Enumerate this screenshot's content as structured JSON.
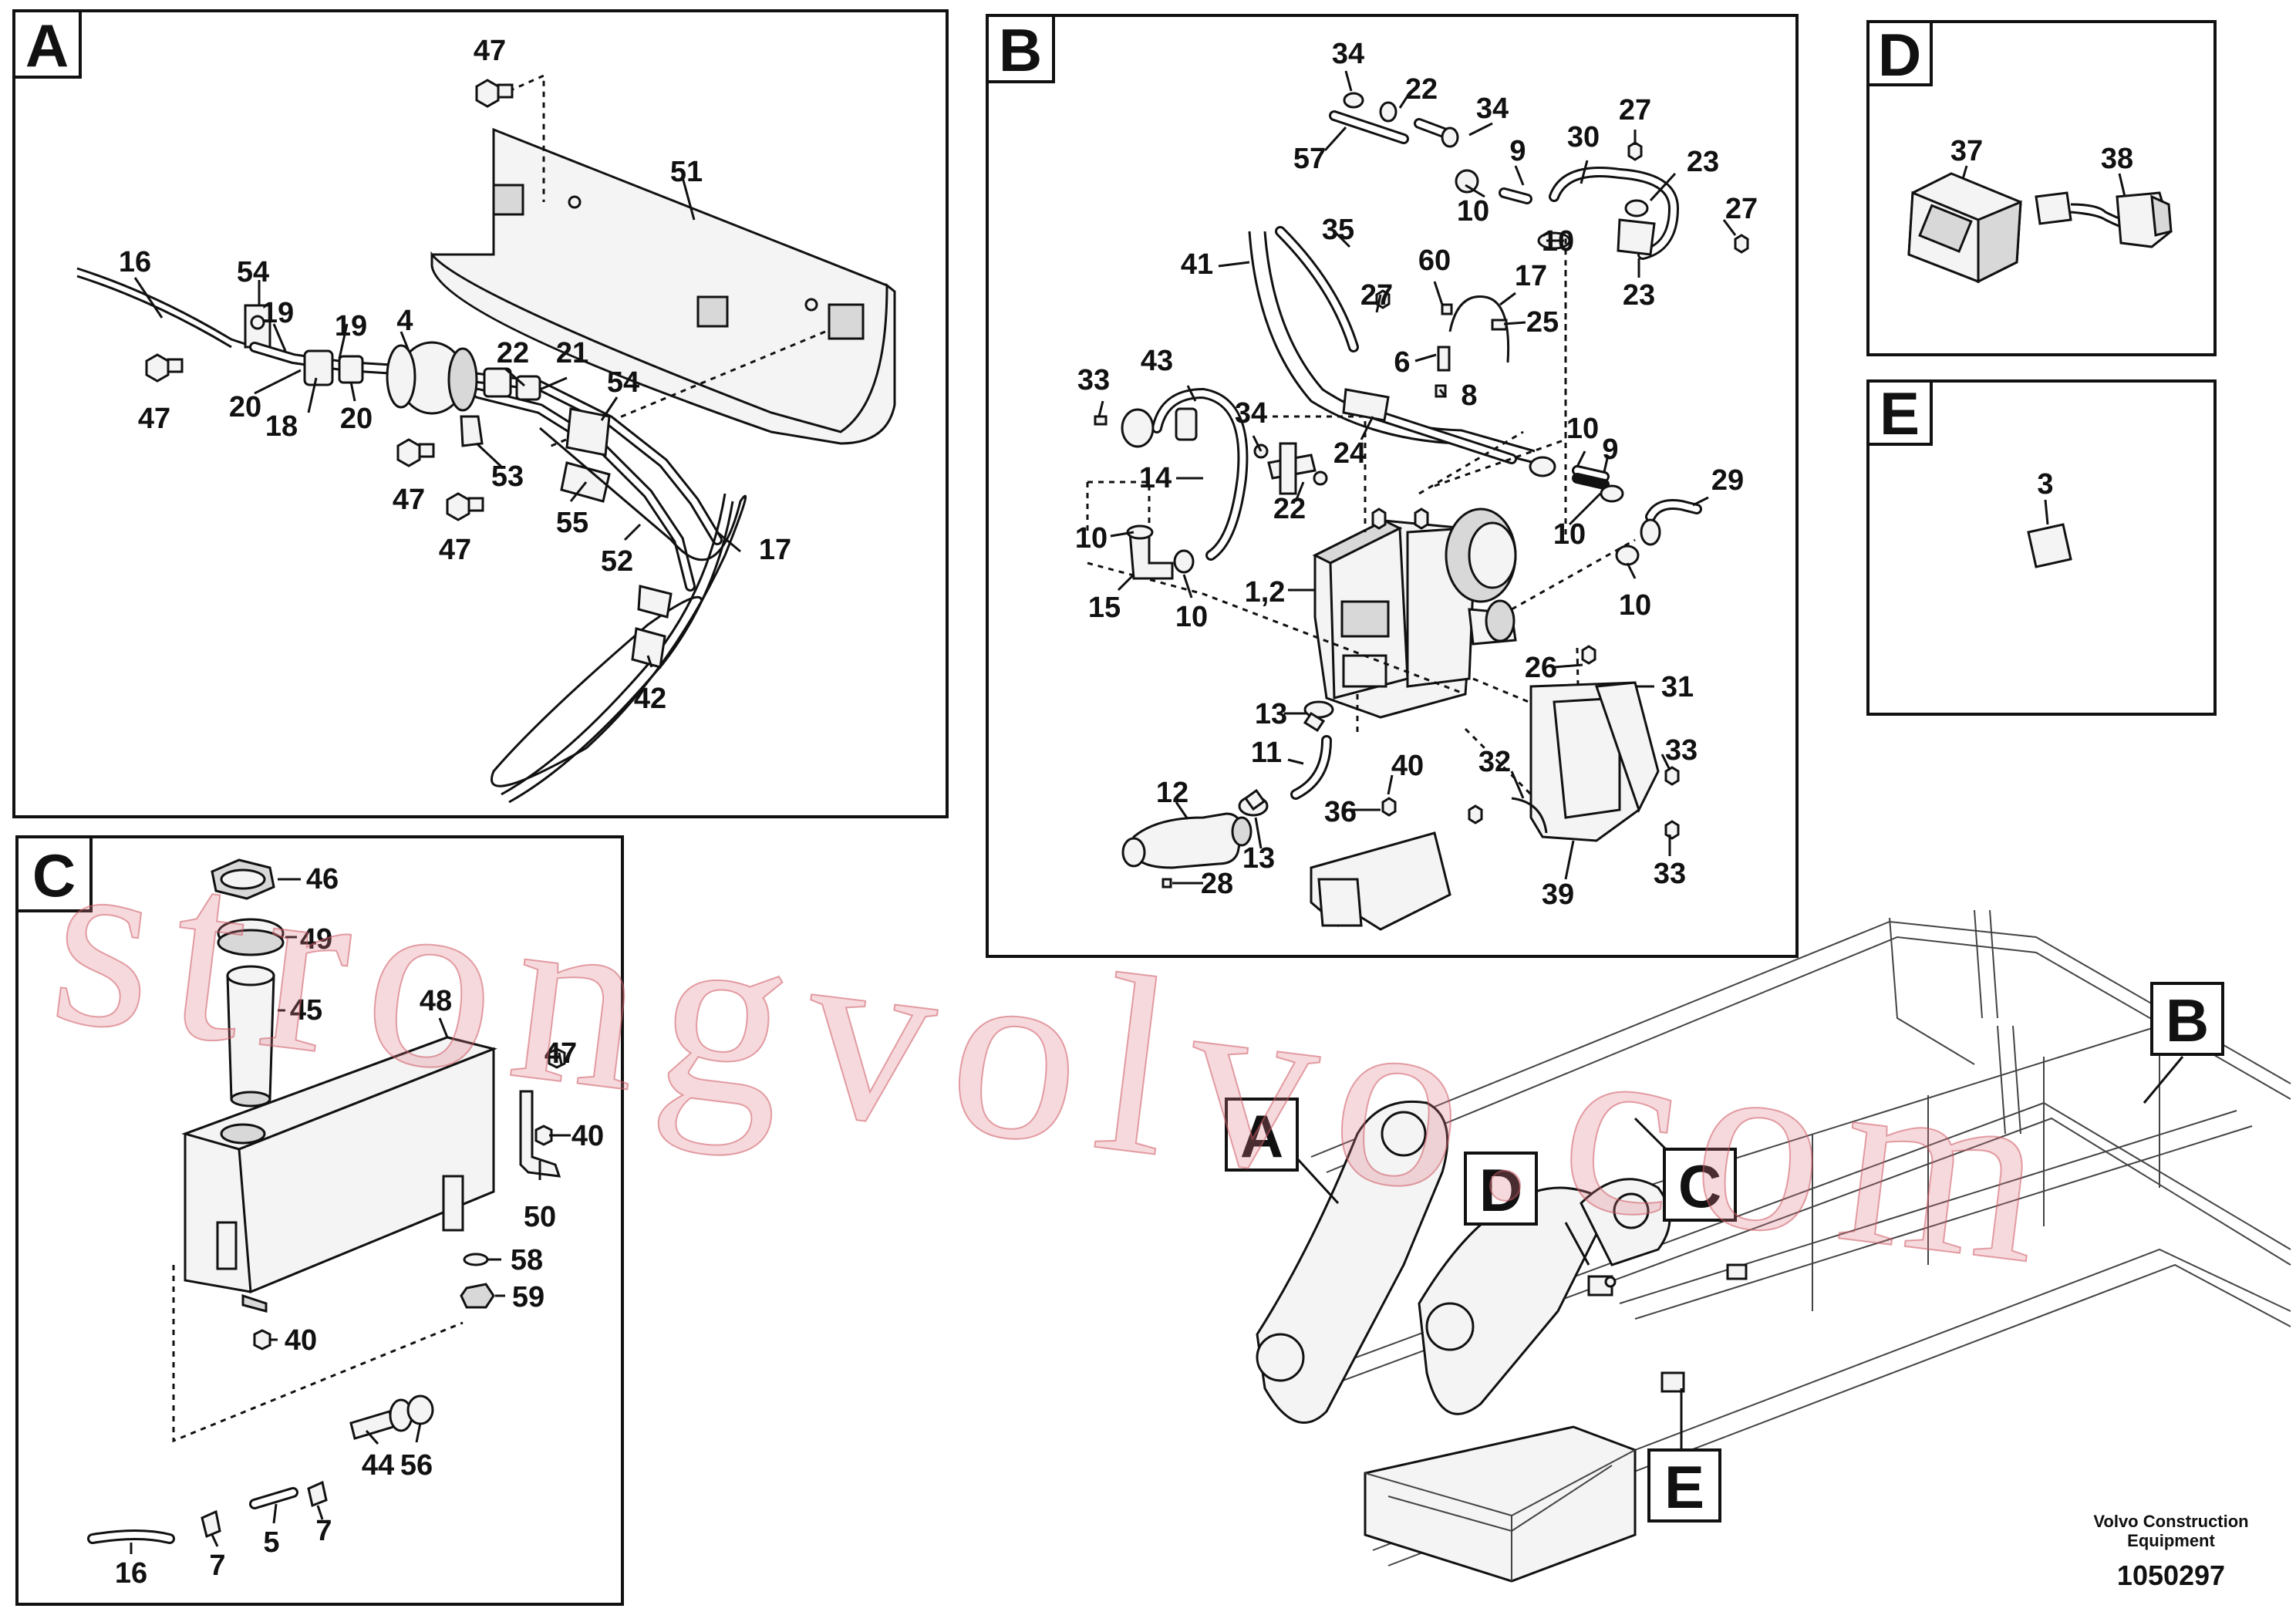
{
  "panels": {
    "a": {
      "tag": "A",
      "callouts": [
        "47",
        "51",
        "16",
        "54",
        "19",
        "19",
        "4",
        "47",
        "20",
        "18",
        "20",
        "22",
        "21",
        "54",
        "47",
        "53",
        "47",
        "55",
        "52",
        "17",
        "42"
      ]
    },
    "b": {
      "tag": "B",
      "callouts": [
        "34",
        "22",
        "34",
        "57",
        "27",
        "9",
        "30",
        "23",
        "10",
        "27",
        "35",
        "41",
        "10",
        "23",
        "60",
        "17",
        "27",
        "25",
        "6",
        "8",
        "43",
        "33",
        "34",
        "24",
        "10",
        "9",
        "14",
        "22",
        "29",
        "10",
        "10",
        "10",
        "15",
        "10",
        "1,2",
        "26",
        "31",
        "13",
        "11",
        "40",
        "32",
        "33",
        "12",
        "36",
        "13",
        "28",
        "39",
        "33"
      ]
    },
    "c": {
      "tag": "C",
      "callouts": [
        "46",
        "49",
        "45",
        "48",
        "47",
        "40",
        "50",
        "58",
        "59",
        "40",
        "44",
        "56",
        "5",
        "7",
        "7",
        "16"
      ]
    },
    "d": {
      "tag": "D",
      "callouts": [
        "37",
        "38"
      ]
    },
    "e": {
      "tag": "E",
      "callouts": [
        "3"
      ]
    }
  },
  "overview": {
    "labels": [
      "A",
      "B",
      "C",
      "D",
      "E"
    ]
  },
  "watermark": "strongvolvo.com",
  "footer": {
    "brand_line1": "Volvo Construction",
    "brand_line2": "Equipment",
    "drawing_number": "1050297"
  }
}
